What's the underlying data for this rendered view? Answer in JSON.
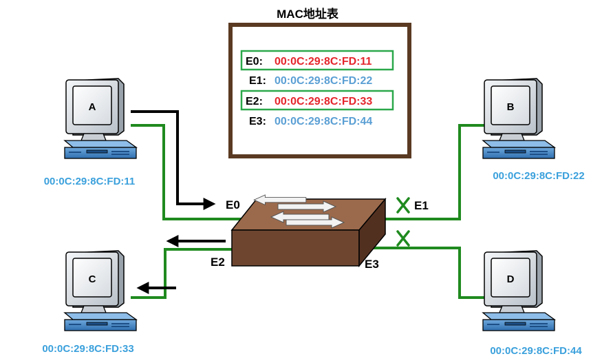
{
  "table": {
    "title": "MAC地址表",
    "rows": [
      {
        "port": "E0:",
        "mac": "00:0C:29:8C:FD:11",
        "highlighted": true
      },
      {
        "port": "E1:",
        "mac": "00:0C:29:8C:FD:22",
        "highlighted": false
      },
      {
        "port": "E2:",
        "mac": "00:0C:29:8C:FD:33",
        "highlighted": true
      },
      {
        "port": "E3:",
        "mac": "00:0C:29:8C:FD:44",
        "highlighted": false
      }
    ]
  },
  "ports": {
    "e0": "E0",
    "e1": "E1",
    "e2": "E2",
    "e3": "E3"
  },
  "hosts": {
    "a": {
      "name": "A",
      "mac": "00:0C:29:8C:FD:11"
    },
    "b": {
      "name": "B",
      "mac": "00:0C:29:8C:FD:22"
    },
    "c": {
      "name": "C",
      "mac": "00:0C:29:8C:FD:33"
    },
    "d": {
      "name": "D",
      "mac": "00:0C:29:8C:FD:44"
    }
  },
  "colors": {
    "cable": "#1f8a1f",
    "highlight_box": "#2aa84a",
    "mac_red": "#e4252b",
    "mac_blue": "#5a9fd4",
    "host_mac": "#3aa0dc",
    "table_border": "#5a3a22",
    "switch_top": "#9b6a4c",
    "switch_front": "#6e4630",
    "switch_side": "#523020",
    "blocked_mark": "#1f8a1f"
  },
  "icons": [
    "computer-icon",
    "switch-icon",
    "arrow-icon",
    "blocked-x-icon"
  ]
}
